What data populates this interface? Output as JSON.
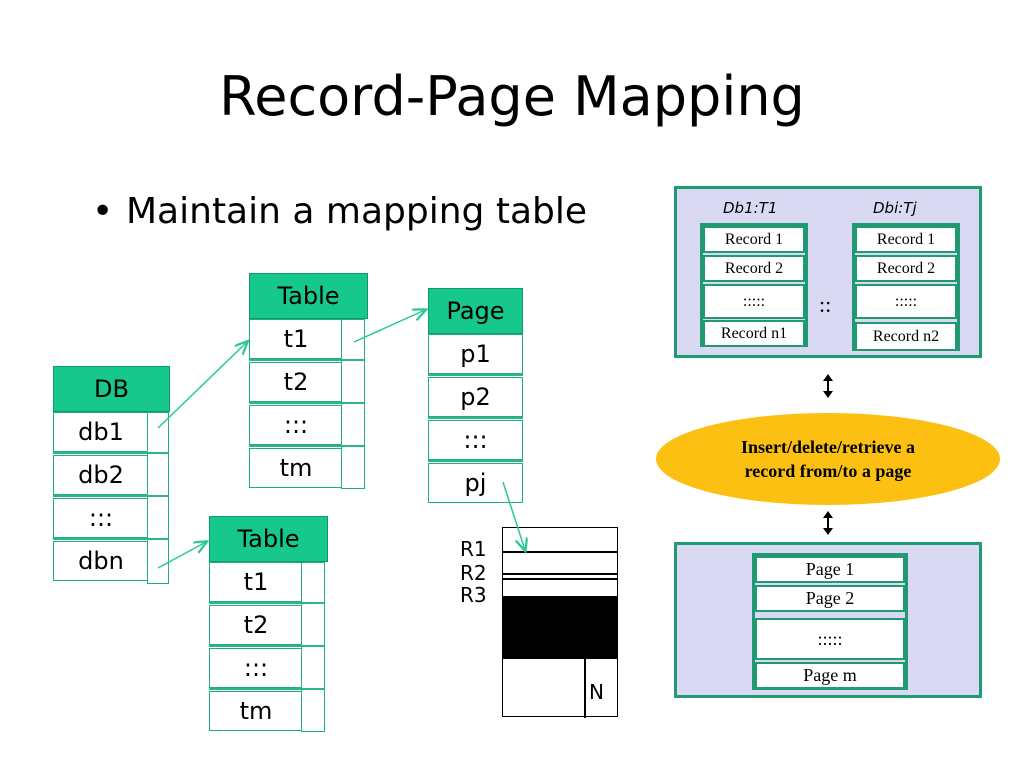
{
  "title": "Record-Page Mapping",
  "bullet": {
    "marker": "•",
    "text": "Maintain a mapping table"
  },
  "db_table": {
    "header": "DB",
    "rows": [
      "db1",
      "db2",
      ":::",
      "dbn"
    ]
  },
  "table_top": {
    "header": "Table",
    "rows": [
      "t1",
      "t2",
      ":::",
      "tm"
    ]
  },
  "table_bottom": {
    "header": "Table",
    "rows": [
      "t1",
      "t2",
      ":::",
      "tm"
    ]
  },
  "page_table": {
    "header": "Page",
    "rows": [
      "p1",
      "p2",
      ":::",
      "pj"
    ]
  },
  "page_block": {
    "labels": [
      "R1",
      "R2",
      "R3"
    ],
    "slot_label": "N"
  },
  "records_panel": {
    "left": {
      "heading": "Db1:T1",
      "rows": [
        "Record 1",
        "Record 2",
        ":::::",
        "Record n1"
      ]
    },
    "middle": "::",
    "right": {
      "heading": "Dbi:Tj",
      "rows": [
        "Record 1",
        "Record 2",
        ":::::",
        "Record n2"
      ]
    }
  },
  "oval": {
    "line1": "Insert/delete/retrieve a",
    "line2": "record from/to a page"
  },
  "pages_panel": {
    "rows": [
      "Page 1",
      "Page 2",
      ":::::",
      "Page m"
    ]
  },
  "colors": {
    "table_header": "#16c88c",
    "panel_fill": "#d9d9f3",
    "panel_border": "#1f9a73",
    "oval_fill": "#fbc012",
    "connector": "#2ac98f"
  }
}
